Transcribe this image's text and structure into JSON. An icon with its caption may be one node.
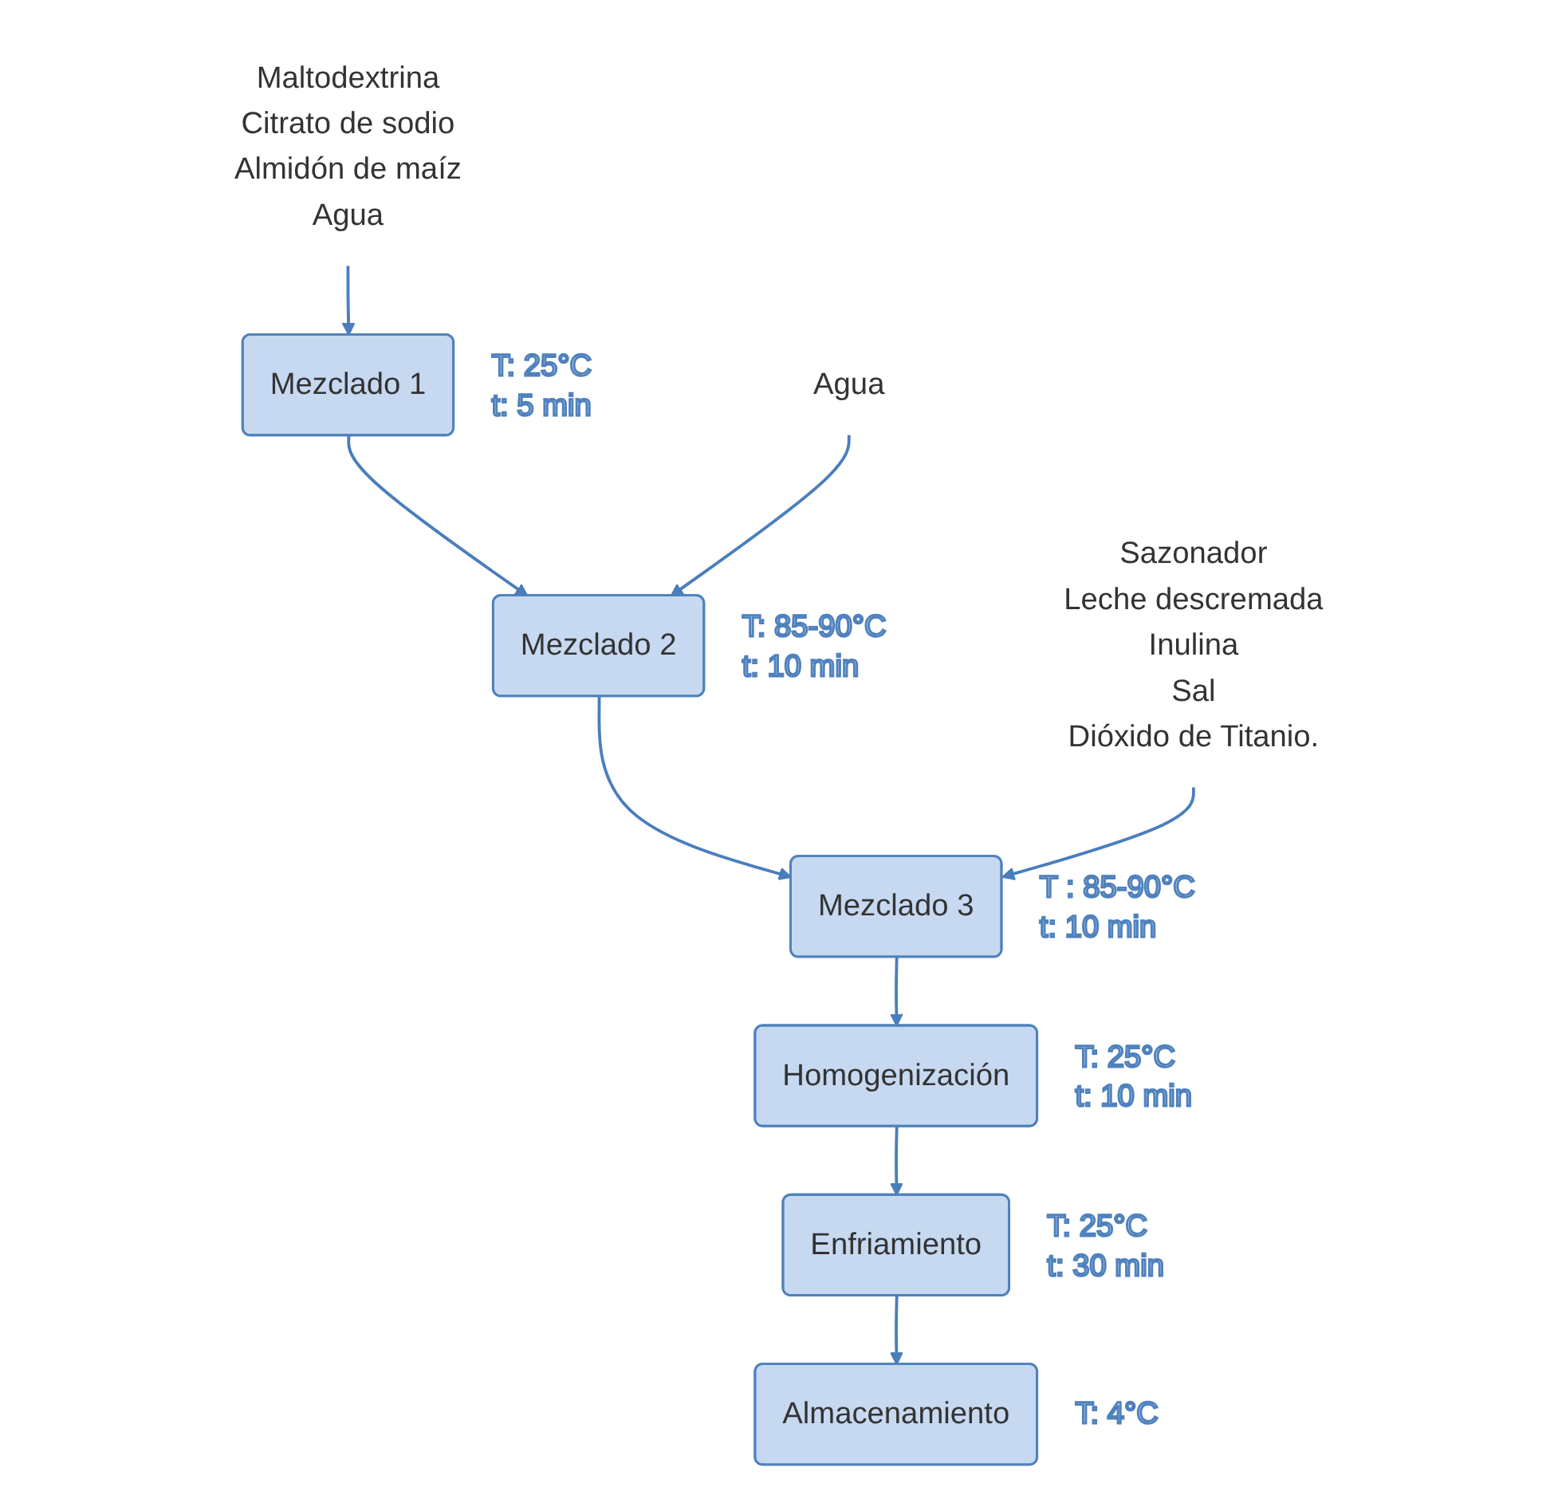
{
  "diagram": {
    "nodes": [
      {
        "text": [
          "Maltodextrina",
          "Citrato de sodio",
          "Almidón de maíz",
          "Agua"
        ]
      },
      {
        "text": [
          "Mezclado 1"
        ],
        "beside": [
          "T: 25°C",
          "t: 5 min"
        ]
      },
      {
        "text": [
          "Agua"
        ]
      },
      {
        "text": [
          "Mezclado 2"
        ],
        "beside": [
          "T: 85-90°C",
          "t: 10 min"
        ]
      },
      {
        "text": [
          "Sazonador",
          "Leche descremada",
          "Inulina",
          "Sal",
          "Dióxido de Titanio."
        ]
      },
      {
        "text": [
          "Mezclado 3"
        ],
        "beside": [
          "T : 85-90°C",
          "t: 10 min"
        ]
      },
      {
        "text": [
          "Homogenización"
        ],
        "beside": [
          "T: 25°C",
          "t: 10 min"
        ]
      },
      {
        "text": [
          "Enfriamiento"
        ],
        "beside": [
          "T: 25°C",
          "t: 30 min"
        ]
      },
      {
        "text": [
          "Almacenamiento"
        ],
        "beside": [
          "T: 4°C"
        ]
      }
    ],
    "edges": [
      {
        "from": 0,
        "to": 1,
        "arrow": "to"
      },
      {
        "from": 1,
        "to": 3,
        "arrow": "to"
      },
      {
        "from": 2,
        "to": 3,
        "arrow": "to"
      },
      {
        "from": 3,
        "to": 5,
        "arrow": "to"
      },
      {
        "from": 4,
        "to": 5,
        "arrow": "to"
      },
      {
        "from": 5,
        "to": 6,
        "arrow": "to"
      },
      {
        "from": 6,
        "to": 7,
        "arrow": "to"
      },
      {
        "from": 7,
        "to": 8,
        "arrow": "to"
      }
    ]
  }
}
